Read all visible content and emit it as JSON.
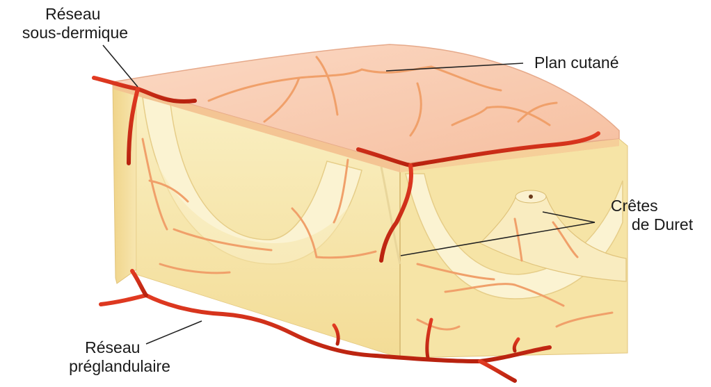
{
  "labels": {
    "reseau_sous_dermique": [
      "Réseau",
      "sous-dermique"
    ],
    "plan_cutane": [
      "Plan cutané"
    ],
    "cretes_de_duret": [
      "Crêtes",
      "de Duret"
    ],
    "reseau_preglandulaire": [
      "Réseau",
      "préglandulaire"
    ]
  },
  "colors": {
    "tissue": "#f7e7a8",
    "tissue_shadow": "#e8cf85",
    "skin_top": "#f8c9ad",
    "vessel": "#d9301c",
    "capillary": "#f0a06a",
    "leader_line": "#222222"
  }
}
